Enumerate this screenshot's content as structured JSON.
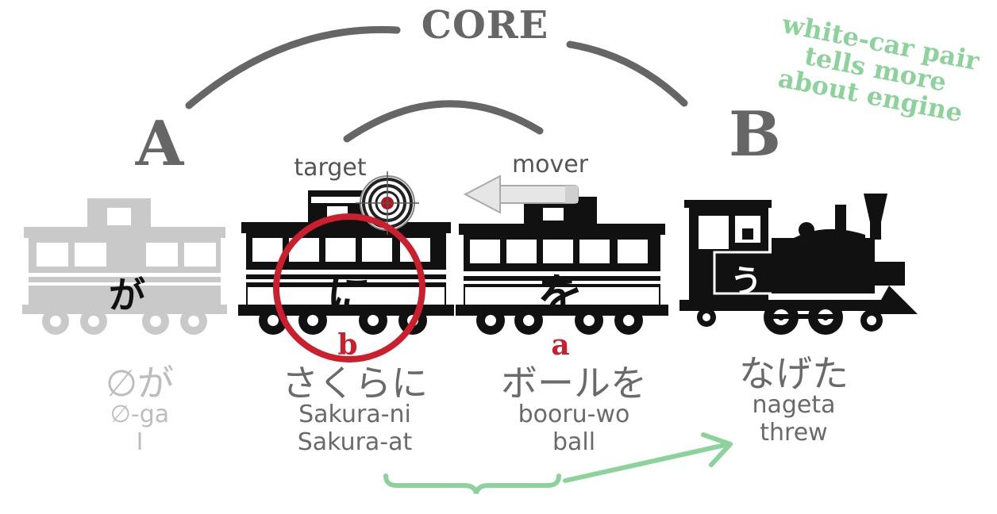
{
  "top": {
    "core_label": "CORE",
    "a_label": "A",
    "b_label": "B",
    "target_label": "target",
    "mover_label": "mover"
  },
  "note": {
    "line1": "white-car pair",
    "line2": "tells more",
    "line3": "about engine"
  },
  "cars": {
    "ga_kana": "が",
    "ni_kana": "に",
    "wo_kana": "を",
    "u_kana": "う",
    "b_marker": "b",
    "a_marker": "a"
  },
  "words": [
    {
      "kana": "∅が",
      "romaji": "∅-ga",
      "gloss": "I"
    },
    {
      "kana": "さくらに",
      "romaji": "Sakura-ni",
      "gloss": "Sakura-at"
    },
    {
      "kana": "ボールを",
      "romaji": "booru-wo",
      "gloss": "ball"
    },
    {
      "kana": "なげた",
      "romaji": "nageta",
      "gloss": "threw"
    }
  ],
  "colors": {
    "arc": "#666666",
    "dark_train": "#111111",
    "light_train": "#c8c8c8",
    "red": "#cc1f2d",
    "green": "#8bd39b"
  }
}
